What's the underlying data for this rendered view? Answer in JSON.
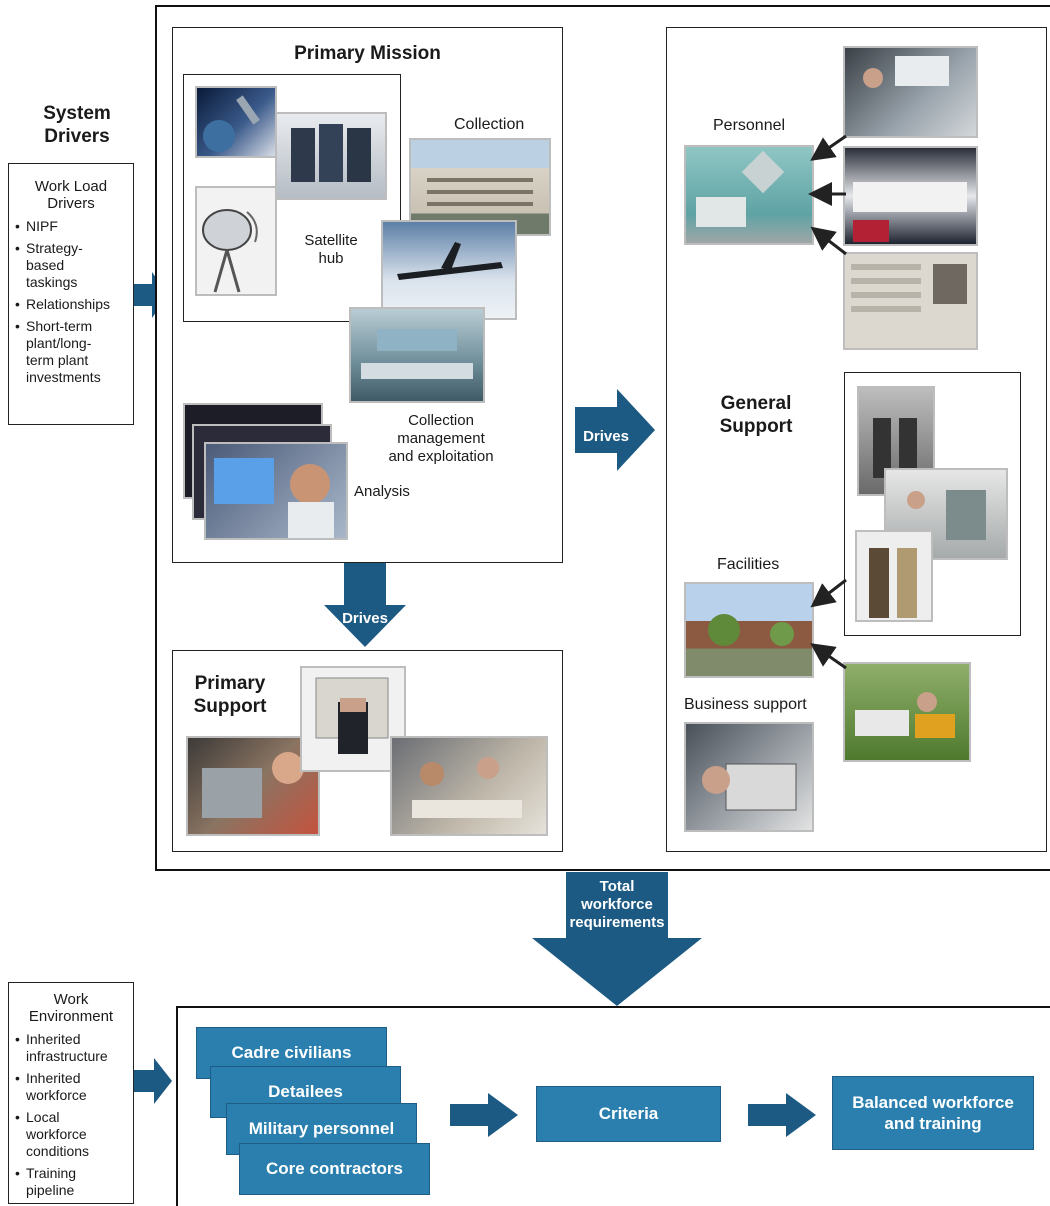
{
  "system_drivers": {
    "title": "System\nDrivers"
  },
  "workload": {
    "title": "Work Load\nDrivers",
    "items": [
      "NIPF",
      "Strategy-\nbased\ntaskings",
      "Relationships",
      "Short-term\nplant/long-\nterm plant\ninvestments"
    ]
  },
  "work_env": {
    "title": "Work\nEnvironment",
    "items": [
      "Inherited\ninfrastructure",
      "Inherited\nworkforce",
      "Local\nworkforce\nconditions",
      "Training\npipeline"
    ]
  },
  "primary_mission": {
    "title": "Primary Mission",
    "labels": {
      "collection": "Collection",
      "satellite_hub": "Satellite\nhub",
      "collection_mgmt": "Collection\nmanagement\nand exploitation",
      "analysis": "Analysis"
    }
  },
  "primary_support": {
    "title": "Primary\nSupport"
  },
  "general_support": {
    "title": "General\nSupport",
    "labels": {
      "personnel": "Personnel",
      "facilities": "Facilities",
      "business_support": "Business support"
    }
  },
  "arrows": {
    "drives_right": "Drives",
    "drives_down": "Drives",
    "total": "Total\nworkforce\nrequirements"
  },
  "workforce": {
    "stack": [
      "Cadre civilians",
      "Detailees",
      "Military personnel",
      "Core contractors"
    ],
    "criteria": "Criteria",
    "balanced": "Balanced workforce\nand training"
  },
  "colors": {
    "accent_box": "#2a7fae",
    "arrow": "#1d5a83"
  }
}
